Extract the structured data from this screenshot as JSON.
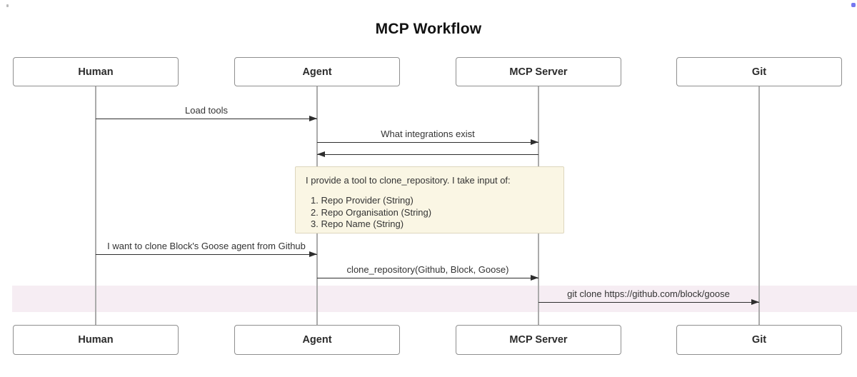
{
  "title": "MCP Workflow",
  "actors": [
    {
      "name": "Human"
    },
    {
      "name": "Agent"
    },
    {
      "name": "MCP Server"
    },
    {
      "name": "Git"
    }
  ],
  "messages": [
    {
      "label": "Load tools",
      "from": "Human",
      "to": "Agent"
    },
    {
      "label": "What integrations exist",
      "from": "Agent",
      "to": "MCP Server"
    },
    {
      "label": "",
      "from": "MCP Server",
      "to": "Agent"
    },
    {
      "label": "I want to clone Block's Goose agent from Github",
      "from": "Human",
      "to": "Agent"
    },
    {
      "label": "clone_repository(Github, Block, Goose)",
      "from": "Agent",
      "to": "MCP Server"
    },
    {
      "label": "git clone https://github.com/block/goose",
      "from": "MCP Server",
      "to": "Git"
    }
  ],
  "note": {
    "over": [
      "Agent",
      "MCP Server"
    ],
    "intro": "I provide a tool to clone_repository. I take input of:",
    "items": [
      "1. Repo Provider (String)",
      "2. Repo Organisation (String)",
      "3. Repo Name (String)"
    ]
  },
  "colors": {
    "note_background": "#faf6e4",
    "note_border": "#ddd6bd",
    "highlight_band": "#f6edf3",
    "arrow": "#2e2e2e",
    "lifeline": "#ababab",
    "actor_border": "#8f8f8f",
    "cursor_dot": "#7678f0"
  }
}
